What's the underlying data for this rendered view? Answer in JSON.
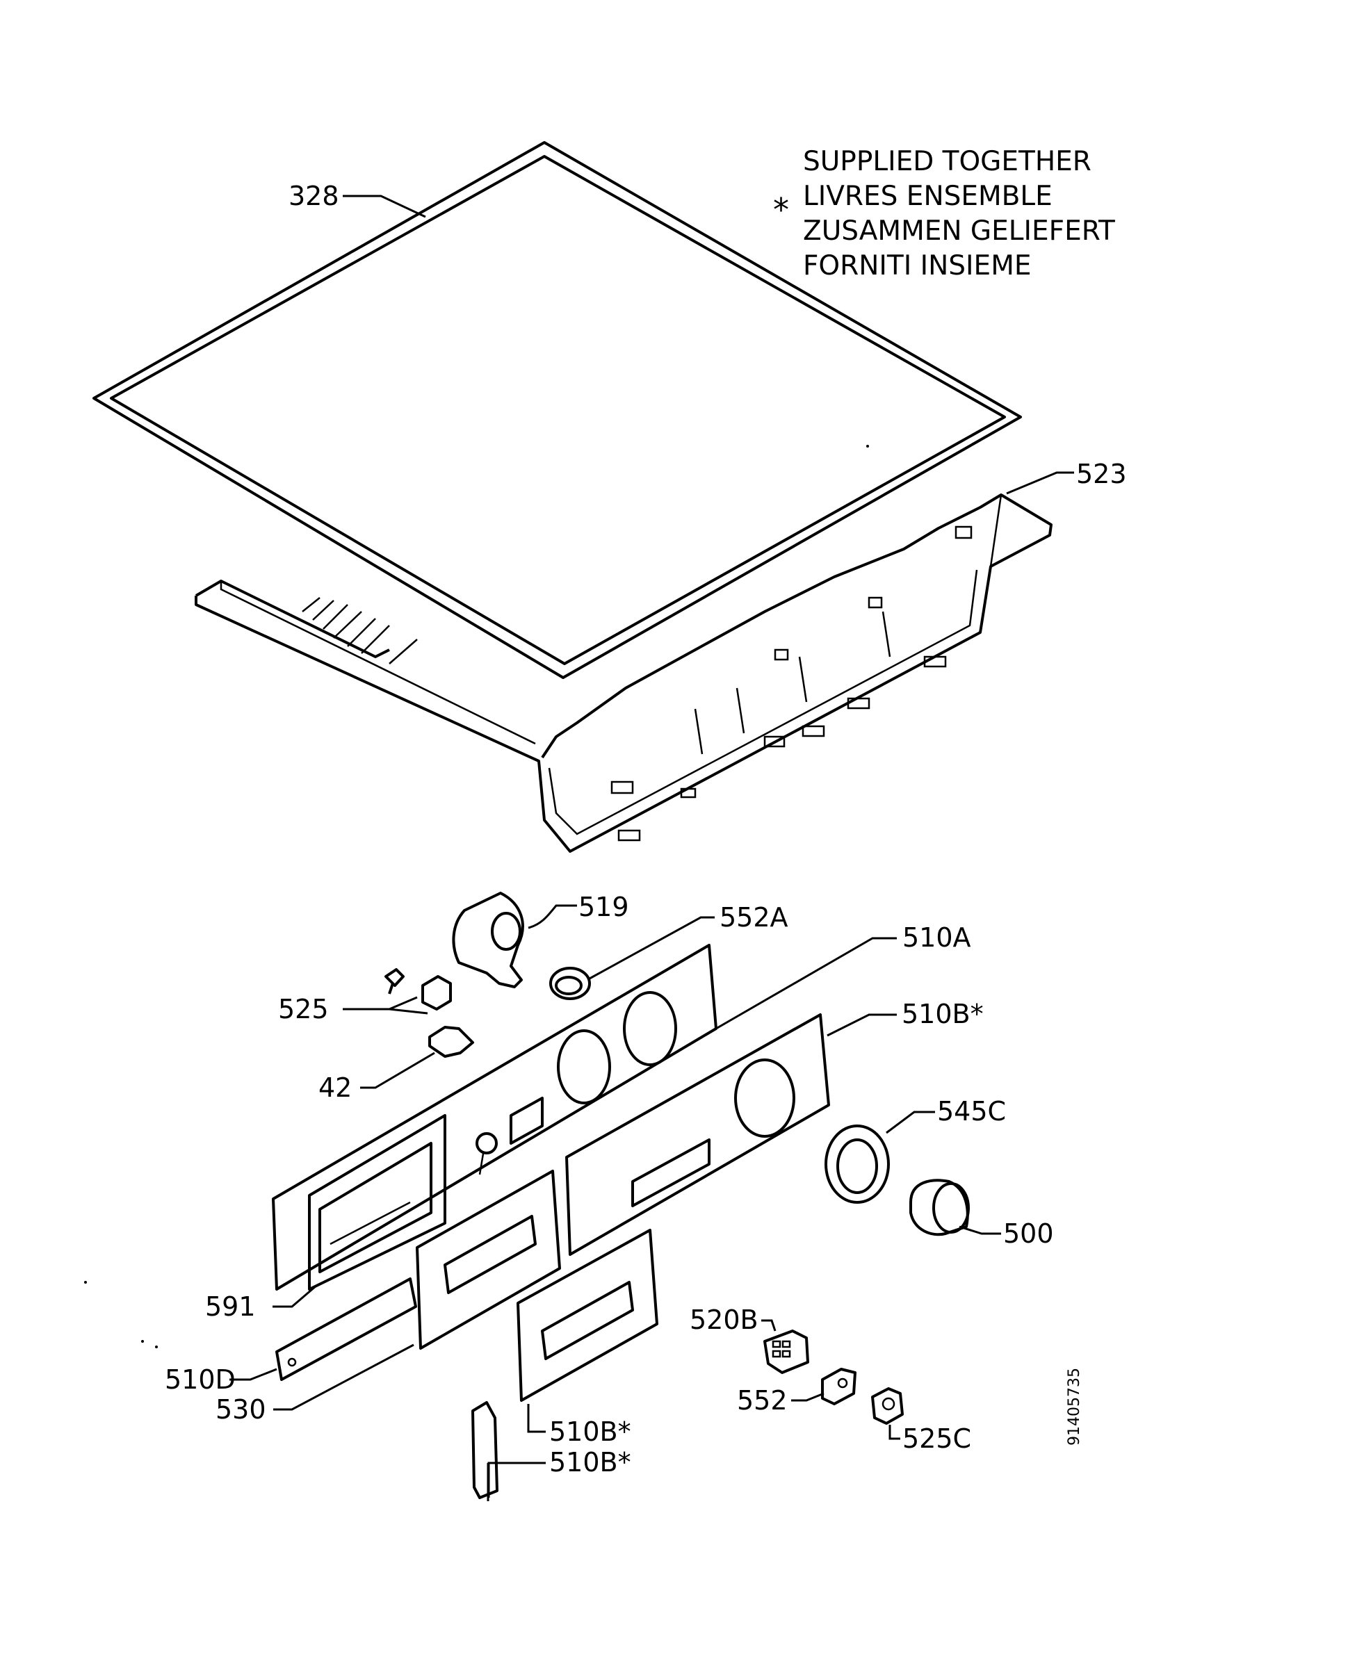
{
  "note": {
    "symbol": "*",
    "lines": [
      "SUPPLIED TOGETHER",
      "LIVRES ENSEMBLE",
      "ZUSAMMEN GELIEFERT",
      "FORNITI INSIEME"
    ]
  },
  "labels": {
    "p328": "328",
    "p523": "523",
    "p519": "519",
    "p552a": "552A",
    "p510a": "510A",
    "p525": "525",
    "p510b_top": "510B*",
    "p42": "42",
    "p545c": "545C",
    "p500": "500",
    "p591": "591",
    "p520b": "520B",
    "p510d": "510D",
    "p530": "530",
    "p552": "552",
    "p525c": "525C",
    "p510b_mid": "510B*",
    "p510b_bot": "510B*"
  },
  "drawing_code": "91405735"
}
